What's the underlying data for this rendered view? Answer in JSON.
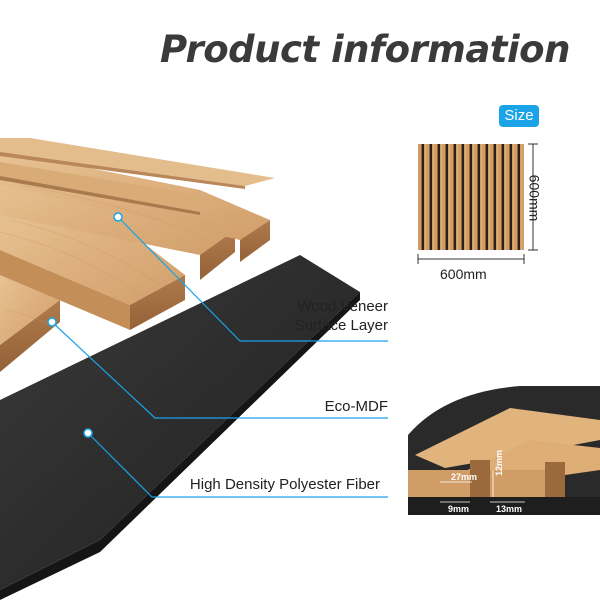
{
  "title": "Product information",
  "size_badge": "Size",
  "dimensions": {
    "width": "600mm",
    "height": "600mm"
  },
  "layers": {
    "veneer_line1": "Wood Veneer",
    "veneer_line2": "Surface Layer",
    "mdf": "Eco-MDF",
    "fiber": "High Density Polyester Fiber"
  },
  "slat_detail": {
    "slat_width": "27mm",
    "slat_height": "12mm",
    "gap": "9mm",
    "base": "13mm"
  },
  "colors": {
    "accent": "#1aa3e6",
    "wood": "#d9a772",
    "wood_dark": "#a87548",
    "felt": "#2b2b2b"
  }
}
